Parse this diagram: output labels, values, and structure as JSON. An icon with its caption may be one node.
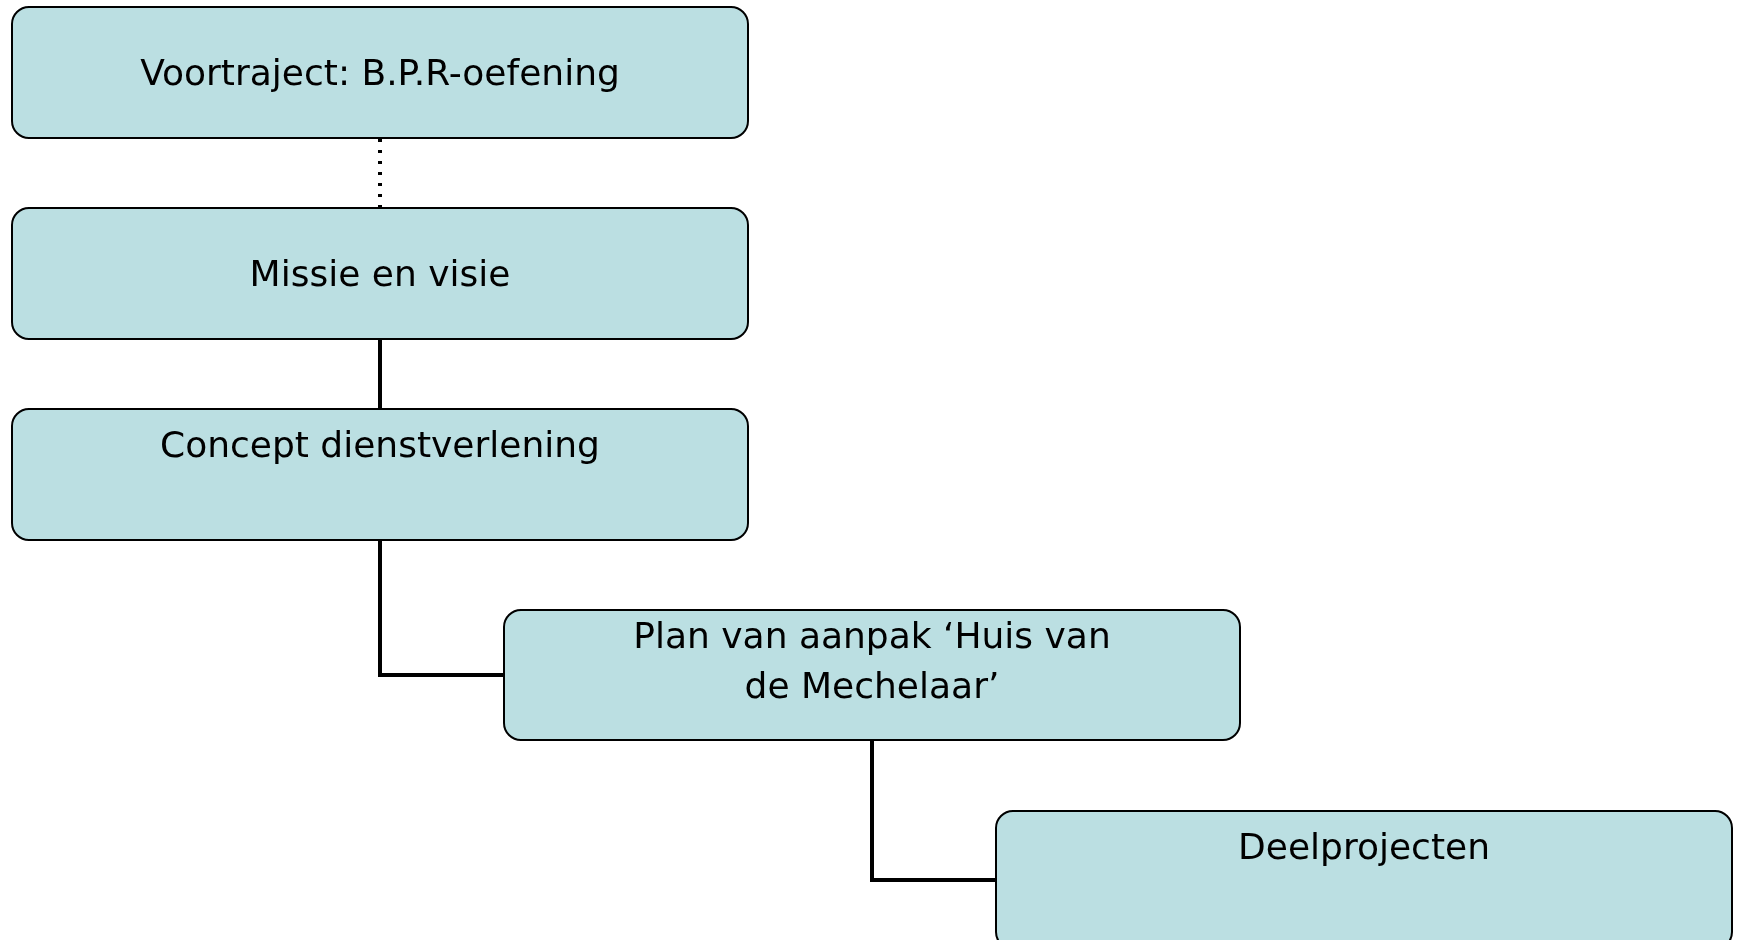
{
  "diagram": {
    "nodes": [
      {
        "text": [
          "Voortraject: B.P.R-oefening"
        ]
      },
      {
        "text": [
          "Missie en visie"
        ]
      },
      {
        "text": [
          "Concept dienstverlening"
        ]
      },
      {
        "text": [
          "Plan van aanpak ‘Huis van de Mechelaar’"
        ]
      },
      {
        "text": [
          "Deelprojecten"
        ]
      }
    ],
    "edges": [
      {
        "from": 0,
        "to": 1,
        "arrow": "none",
        "style": "dashed"
      },
      {
        "from": 1,
        "to": 2,
        "arrow": "none"
      },
      {
        "from": 2,
        "to": 3,
        "arrow": "none"
      },
      {
        "from": 3,
        "to": 4,
        "arrow": "none"
      }
    ]
  }
}
